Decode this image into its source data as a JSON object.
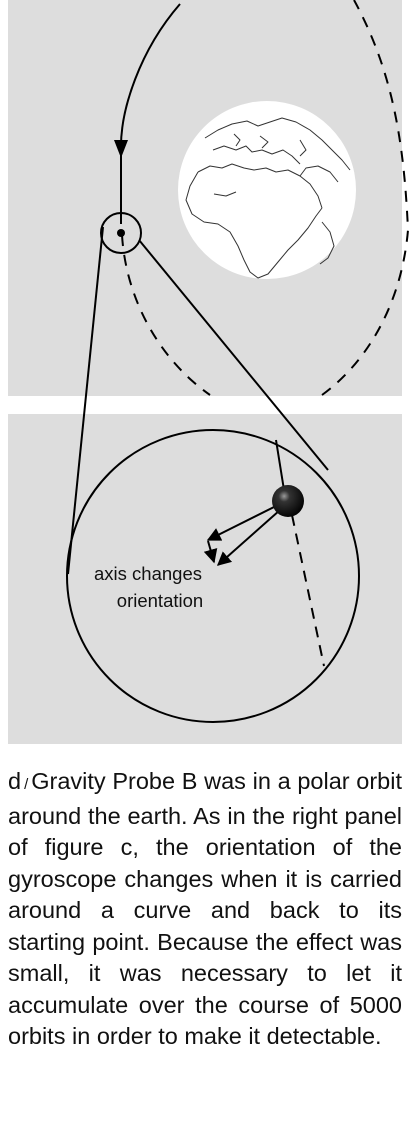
{
  "figure": {
    "annotation_line1": "axis changes",
    "annotation_line2": "orientation",
    "colors": {
      "panel": "#dddddd",
      "earth_land": "#ffffff",
      "line": "#000000"
    },
    "icons": [
      "earth-globe-icon",
      "gyroscope-sphere-icon"
    ]
  },
  "caption": {
    "letter": "d",
    "separator": "/",
    "text": "Gravity Probe B was in a polar orbit around the earth. As in the right panel of figure c, the orientation of the gyroscope changes when it is carried around a curve and back to its starting point. Because the effect was small, it was necessary to let it accumulate over the course of 5000 orbits in order to make it detectable."
  }
}
